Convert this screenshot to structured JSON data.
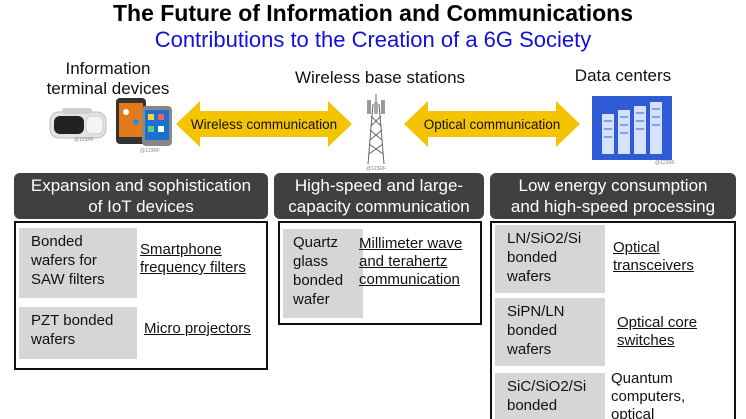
{
  "title": "The Future of Information and Communications",
  "subtitle": "Contributions to the Creation of a 6G Society",
  "top": {
    "terminal_label": "Information\nterminal devices",
    "base_label": "Wireless base stations",
    "dc_label": "Data centers",
    "arrow_wireless": "Wireless communication",
    "arrow_optical": "Optical communication",
    "credit": "@123RF"
  },
  "colors": {
    "title": "#000000",
    "subtitle": "#1010dd",
    "arrow": "#f5c400",
    "header_bg": "#404040",
    "cell_bg": "#d6d6d6"
  },
  "columns": [
    {
      "header": "Expansion and sophistication\nof IoT devices",
      "rows": [
        {
          "material": "Bonded\nwafers for\nSAW filters",
          "application": "Smartphone\nfrequency filters"
        },
        {
          "material": "PZT bonded\nwafers",
          "application": "Micro projectors"
        }
      ]
    },
    {
      "header": "High-speed and large-\ncapacity communication",
      "rows": [
        {
          "material": "Quartz\nglass\nbonded\nwafer",
          "application": "Millimeter wave\nand terahertz\ncommunication"
        }
      ]
    },
    {
      "header": "Low energy consumption\nand high-speed processing",
      "rows": [
        {
          "material": "LN/SiO2/Si\nbonded\nwafers",
          "application": "Optical\ntransceivers"
        },
        {
          "material": "SiPN/LN\nbonded\nwafers",
          "application": "Optical core\nswitches"
        },
        {
          "material": "SiC/SiO2/Si\nbonded",
          "application": "Quantum\ncomputers,\noptical"
        }
      ]
    }
  ]
}
